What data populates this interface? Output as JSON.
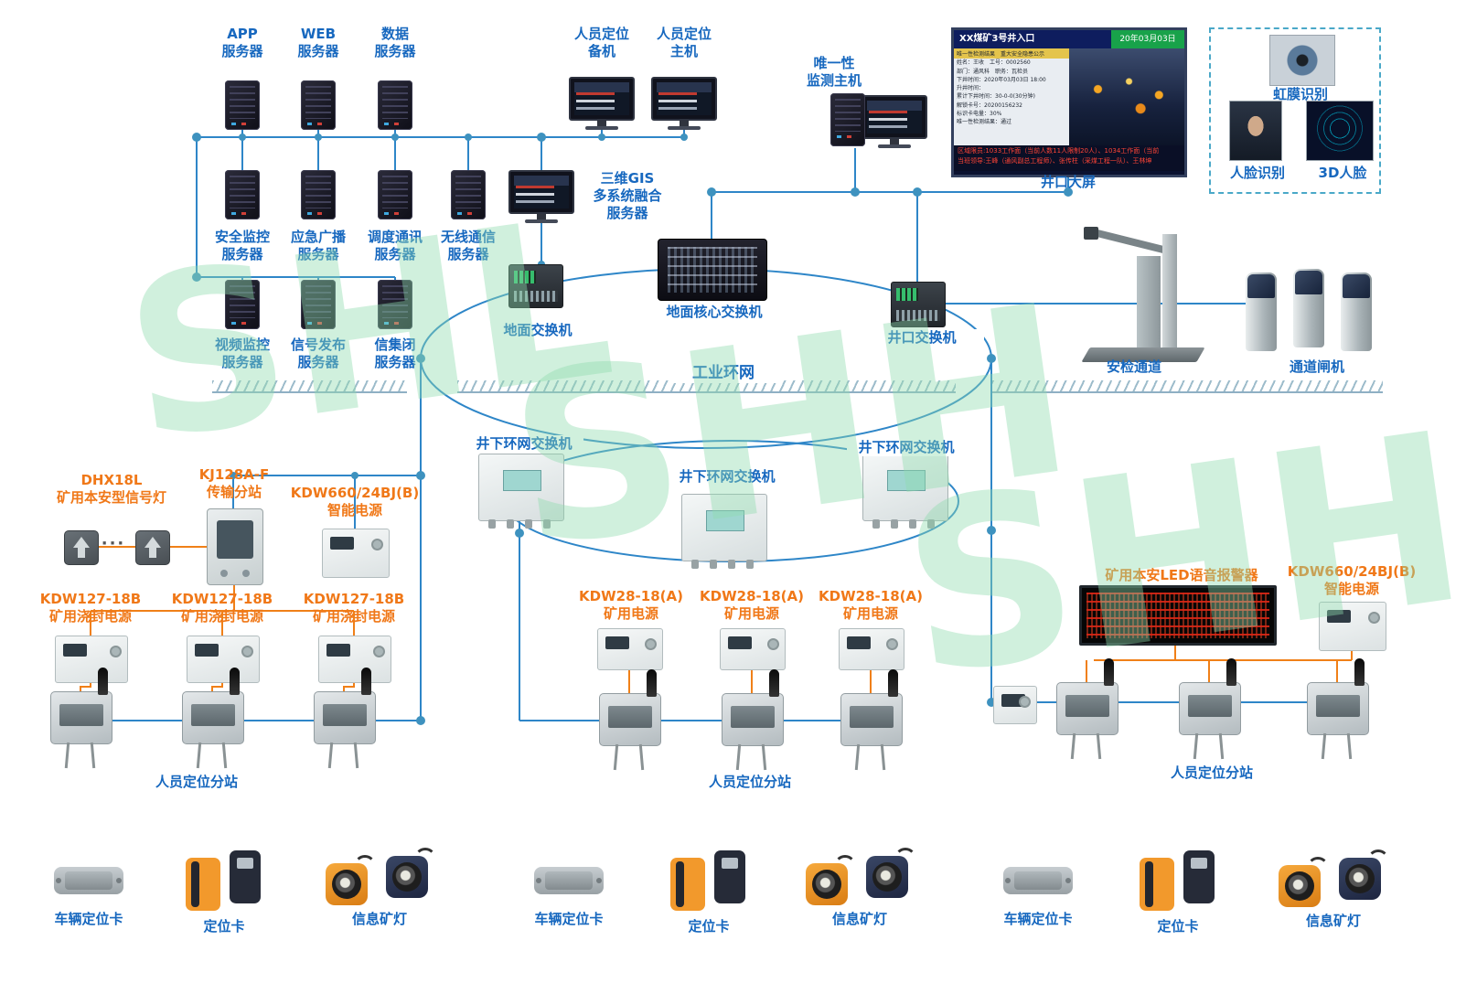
{
  "watermark": {
    "w1": "SHL",
    "w2": "SHH",
    "w3": "SHH"
  },
  "surface": {
    "app_server": "APP\n服务器",
    "web_server": "WEB\n服务器",
    "data_server": "数据\n服务器",
    "loc_backup": "人员定位\n备机",
    "loc_main": "人员定位\n主机",
    "safety_server": "安全监控\n服务器",
    "broadcast_server": "应急广播\n服务器",
    "dispatch_server": "调度通讯\n服务器",
    "wireless_server": "无线通信\n服务器",
    "gis_server": "三维GIS\n多系统融合\n服务器",
    "video_server": "视频监控\n服务器",
    "signal_server": "信号发布\n服务器",
    "interlock_server": "信集闭\n服务器"
  },
  "network": {
    "ground_switch": "地面交换机",
    "core_switch": "地面核心交换机",
    "wellhead_switch": "井口交换机",
    "ring_label": "工业环网",
    "ug_switch": "井下环网交换机"
  },
  "wellhead": {
    "unique_host": "唯一性\n监测主机",
    "big_screen_label": "井口大屏",
    "screen": {
      "title": "XX煤矿3号井入口",
      "date": "20年03月03日",
      "info": "唯一性检测结果　重大安全隐患公示\n姓名：王收　工号：0002560\n部门：通风科　职务：瓦检员\n下井时间：2020年03月03日 18:00\n升井时间：\n累计下井时间：30-0-0(30分钟)\n解锁卡号：20200156232\n标识卡电量：30%\n唯一性检测结果：通过",
      "footer": "区域限员:1033工作面（当前人数11人限制20人）、1034工作面（当前\n当班领导:王峰（通风副总工程师）、张传柱（采煤工程一队）、王林坤"
    },
    "iris": "虹膜识别",
    "face": "人脸识别",
    "face3d": "3D人脸",
    "security_channel": "安检通道",
    "gate": "通道闸机"
  },
  "underground": {
    "signal_lamp": "DHX18L\n矿用本安型信号灯",
    "dots": "···",
    "kj_substation": "KJ128A-F\n传输分站",
    "smart_power": "KDW660/24BJ(B)\n智能电源",
    "sealed_power": "KDW127-18B\n矿用浇封电源",
    "mine_power": "KDW28-18(A)\n矿用电源",
    "led_alarm": "矿用本安LED语音报警器",
    "smart_power_r": "KDW660/24BJ(B)\n智能电源",
    "loc_substation": "人员定位分站"
  },
  "bottom": {
    "vehicle_card": "车辆定位卡",
    "loc_card": "定位卡",
    "info_lamp": "信息矿灯"
  }
}
